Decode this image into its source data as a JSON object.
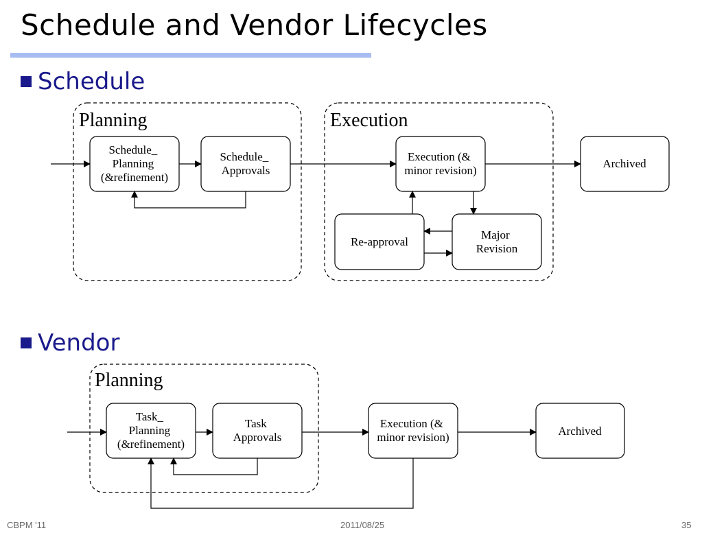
{
  "slide": {
    "title": "Schedule and Vendor Lifecycles",
    "footer": {
      "left": "CBPM '11",
      "center": "2011/08/25",
      "right": "35"
    }
  },
  "colors": {
    "accent_rule": "#a7bdf2",
    "bullet": "#1a1a8c"
  },
  "schedule": {
    "heading": "Schedule",
    "planning_label": "Planning",
    "execution_group_label": "Execution",
    "nodes": {
      "planning": [
        "Schedule_",
        "Planning",
        "(&refinement)"
      ],
      "approvals": [
        "Schedule_",
        "Approvals"
      ],
      "execution": [
        "Execution (&",
        "minor revision)"
      ],
      "archived": "Archived",
      "reapproval": "Re-approval",
      "major_revision": [
        "Major",
        "Revision"
      ]
    }
  },
  "vendor": {
    "heading": "Vendor",
    "planning_label": "Planning",
    "nodes": {
      "planning": [
        "Task_",
        "Planning",
        "(&refinement)"
      ],
      "approvals": [
        "Task",
        "Approvals"
      ],
      "execution": [
        "Execution (&",
        "minor revision)"
      ],
      "archived": "Archived"
    }
  }
}
